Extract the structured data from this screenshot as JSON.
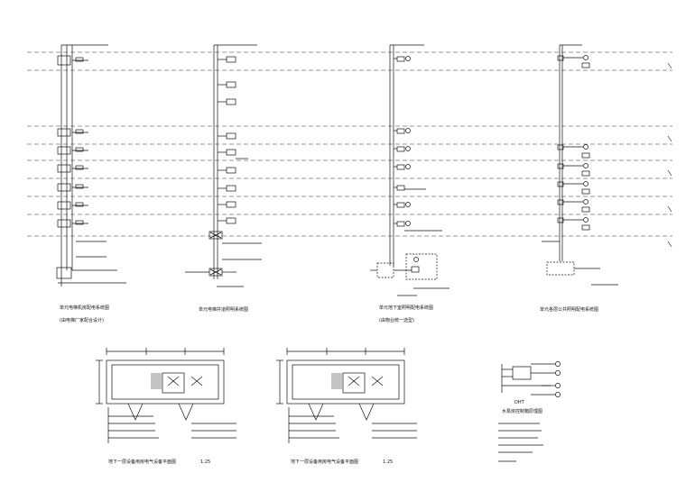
{
  "diagrams": [
    {
      "title": "单元电梯机房配电系统图",
      "subtitle": "(由电梯厂家配合设计)"
    },
    {
      "title": "单元电梯井道照明系统图",
      "subtitle": ""
    },
    {
      "title": "单元地下室照明配电系统图",
      "subtitle": "(由物业统一选型)"
    },
    {
      "title": "单元各层公共照明配电系统图",
      "subtitle": ""
    }
  ],
  "plans": [
    {
      "title": "地下一层设备用房电气设备平面图",
      "scale": "1:25"
    },
    {
      "title": "地下一层设备用房电气设备平面图",
      "scale": "1:25"
    }
  ],
  "legend": {
    "box_label": "DHT",
    "title": "水泵房控制箱原理图"
  },
  "colors": {
    "line": "#111111",
    "dash": "#333333",
    "paper": "#ffffff"
  }
}
